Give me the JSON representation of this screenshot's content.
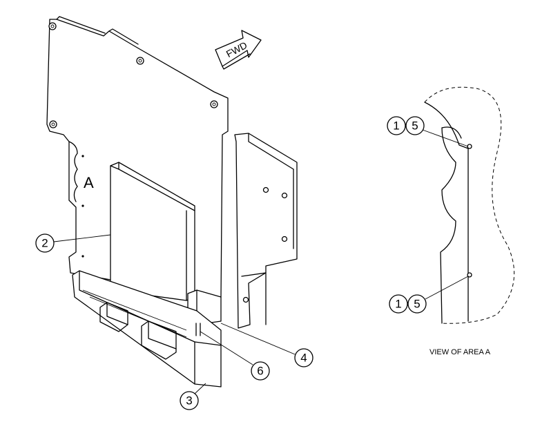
{
  "direction_arrow": {
    "label": "FWD"
  },
  "area_label": "A",
  "view_caption": "VIEW OF AREA A",
  "callouts": {
    "c2": "2",
    "c3": "3",
    "c4": "4",
    "c6": "6",
    "upper_1": "1",
    "upper_5": "5",
    "lower_1": "1",
    "lower_5": "5"
  }
}
